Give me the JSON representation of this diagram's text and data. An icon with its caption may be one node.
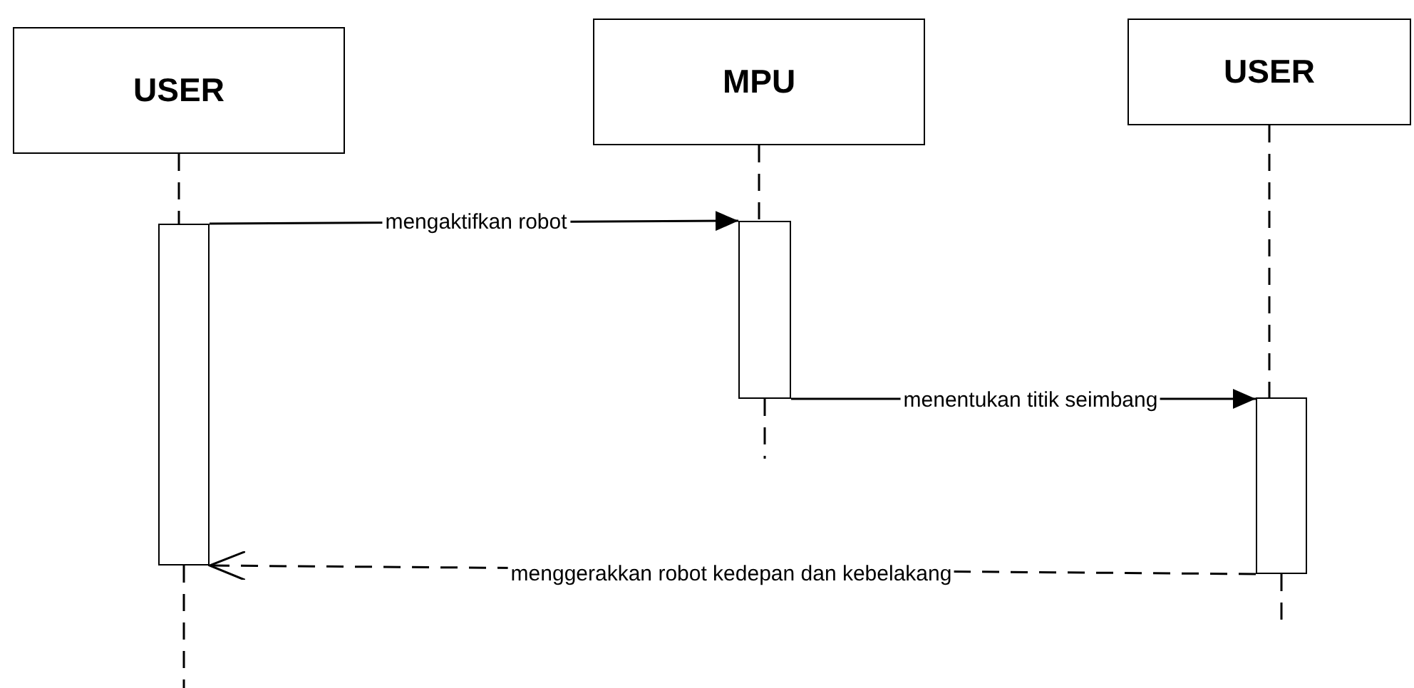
{
  "diagram": {
    "nodes": [
      {
        "text": [
          "USER"
        ]
      },
      {
        "text": [
          "MPU"
        ]
      },
      {
        "text": [
          "USER"
        ]
      },
      {
        "text": [],
        "shape": "bar"
      },
      {
        "text": [],
        "shape": "bar"
      },
      {
        "text": [],
        "shape": "bar"
      }
    ],
    "edges": [
      {
        "from": 3,
        "to": 4,
        "arrow": "to",
        "label": "mengaktifkan robot"
      },
      {
        "from": 4,
        "to": 5,
        "arrow": "to",
        "label": "menentukan titik seimbang"
      },
      {
        "from": 5,
        "to": 3,
        "arrow": "to",
        "style": "dashed",
        "label": "menggerakkan robot kedepan dan kebelakang"
      },
      {
        "from": 0,
        "to": 3,
        "arrow": "none",
        "style": "dashed"
      },
      {
        "from": 1,
        "to": 4,
        "arrow": "none",
        "style": "dashed"
      },
      {
        "from": 2,
        "to": 5,
        "arrow": "none",
        "style": "dashed"
      }
    ]
  }
}
